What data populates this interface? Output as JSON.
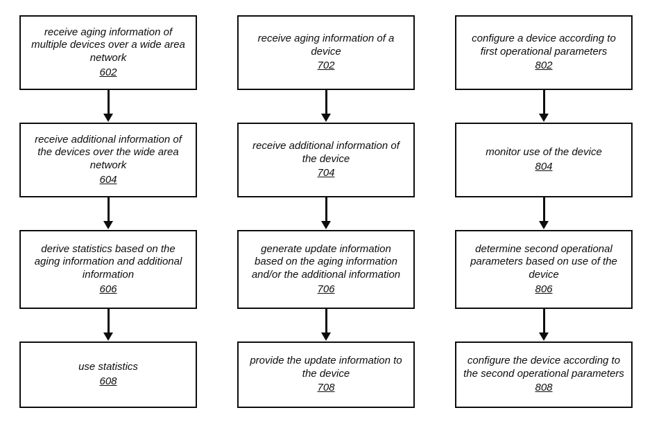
{
  "diagram": {
    "colors": {
      "line": "#0d0d0d",
      "background": "#ffffff"
    },
    "columns": [
      {
        "boxes": [
          {
            "text": "receive aging information of multiple devices over a wide area network",
            "ref": "602"
          },
          {
            "text": "receive additional information of the devices over the wide area network",
            "ref": "604"
          },
          {
            "text": "derive statistics based on the aging information and additional information",
            "ref": "606"
          },
          {
            "text": "use statistics",
            "ref": "608"
          }
        ]
      },
      {
        "boxes": [
          {
            "text": "receive aging information of a device",
            "ref": "702"
          },
          {
            "text": "receive additional information of the device",
            "ref": "704"
          },
          {
            "text": "generate update information based on the aging information and/or the additional information",
            "ref": "706"
          },
          {
            "text": "provide the update information to the device",
            "ref": "708"
          }
        ]
      },
      {
        "boxes": [
          {
            "text": "configure a device according to first operational parameters",
            "ref": "802"
          },
          {
            "text": "monitor use of the device",
            "ref": "804"
          },
          {
            "text": "determine second operational parameters based on use of the device",
            "ref": "806"
          },
          {
            "text": "configure the device according to the second operational parameters",
            "ref": "808"
          }
        ]
      }
    ]
  }
}
